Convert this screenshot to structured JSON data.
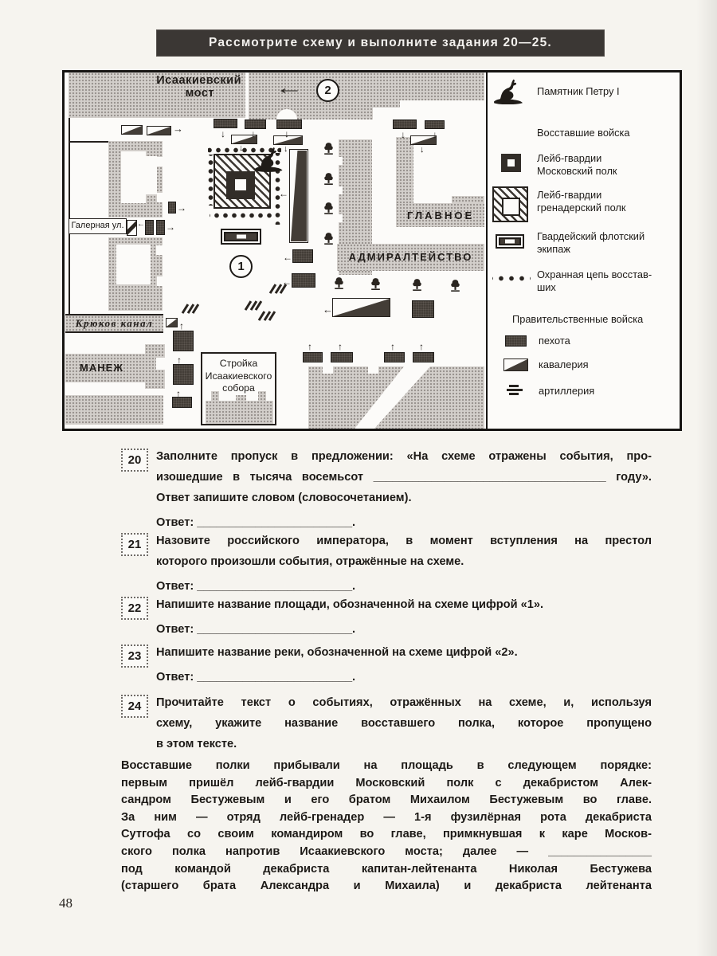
{
  "banner": "Рассмотрите схему и выполните задания 20—25.",
  "map": {
    "labels": {
      "bridge_line1": "Исаакиевский",
      "bridge_line2": "мост",
      "galernaya": "Галерная ул.",
      "kryukov": "Крюков канал",
      "manezh": "МАНЕЖ",
      "stroyka": "Стройка\nИсаакиевского\nсобора",
      "glavnoe": "ГЛАВНОЕ",
      "admiralty": "АДМИРАЛТЕЙСТВО",
      "marker1": "1",
      "marker2": "2"
    }
  },
  "legend": {
    "items": [
      {
        "icon": "monument-icon",
        "label": "Памятник Петру I"
      },
      {
        "icon": "",
        "label": "Восставшие войска"
      },
      {
        "icon": "moscow-regiment-icon",
        "label": "Лейб-гвардии\nМосковский полк"
      },
      {
        "icon": "grenadier-regiment-icon",
        "label": "Лейб-гвардии\nгренадерский полк"
      },
      {
        "icon": "fleet-crew-icon",
        "label": "Гвардейский флотский\nэкипаж"
      },
      {
        "icon": "guard-chain-icon",
        "label": "Охранная цепь восстав-\nших"
      },
      {
        "icon": "",
        "label": "Правительственные войска"
      },
      {
        "icon": "infantry-icon",
        "label": "пехота"
      },
      {
        "icon": "cavalry-icon",
        "label": "кавалерия"
      },
      {
        "icon": "artillery-icon",
        "label": "артиллерия"
      }
    ]
  },
  "tasks": [
    {
      "number": "20",
      "lines": [
        {
          "t": "Заполните пропуск в предложении: «На схеме отражены события, про-",
          "j": true
        },
        {
          "t": "изошедшие в тысяча восемьсот ____________________________________ году».",
          "j": true
        },
        {
          "t": "Ответ запишите словом (словосочетанием).",
          "j": false
        },
        {
          "t": "Ответ: ________________________.",
          "j": false,
          "answer": true
        }
      ]
    },
    {
      "number": "21",
      "lines": [
        {
          "t": "Назовите российского императора, в момент вступления на престол",
          "j": true
        },
        {
          "t": "которого произошли события, отражённые на схеме.",
          "j": false
        },
        {
          "t": "Ответ: ________________________.",
          "j": false,
          "answer": true
        }
      ]
    },
    {
      "number": "22",
      "lines": [
        {
          "t": "Напишите название площади, обозначенной на схеме цифрой «1».",
          "j": false
        },
        {
          "t": "Ответ: ________________________.",
          "j": false,
          "answer": true
        }
      ]
    },
    {
      "number": "23",
      "lines": [
        {
          "t": "Напишите название реки, обозначенной на схеме цифрой «2».",
          "j": false
        },
        {
          "t": "Ответ: ________________________.",
          "j": false,
          "answer": true
        }
      ]
    },
    {
      "number": "24",
      "lines": [
        {
          "t": "Прочитайте текст о событиях, отражённых на схеме, и, используя",
          "j": true
        },
        {
          "t": "схему, укажите название восставшего полка, которое пропущено",
          "j": true
        },
        {
          "t": "в этом тексте.",
          "j": false
        }
      ]
    }
  ],
  "passage": {
    "lines": [
      {
        "t": "Восставшие полки прибывали на площадь в следующем порядке:",
        "j": true
      },
      {
        "t": "первым пришёл лейб-гвардии Московский полк с декабристом Алек-",
        "j": true
      },
      {
        "t": "сандром Бестужевым и его братом Михаилом Бестужевым во главе.",
        "j": true
      },
      {
        "t": "За ним — отряд лейб-гренадер — 1-я фузилёрная рота декабриста",
        "j": true
      },
      {
        "t": "Сутгофа со своим командиром во главе, примкнувшая к каре Москов-",
        "j": true
      },
      {
        "t": "ского полка напротив Исаакиевского моста; далее — ________________",
        "j": true
      },
      {
        "t": "под командой декабриста капитан-лейтенанта Николая Бестужева",
        "j": true
      },
      {
        "t": "(старшего брата Александра и Михаила) и декабриста лейтенанта",
        "j": true
      }
    ]
  },
  "page_number": "48"
}
